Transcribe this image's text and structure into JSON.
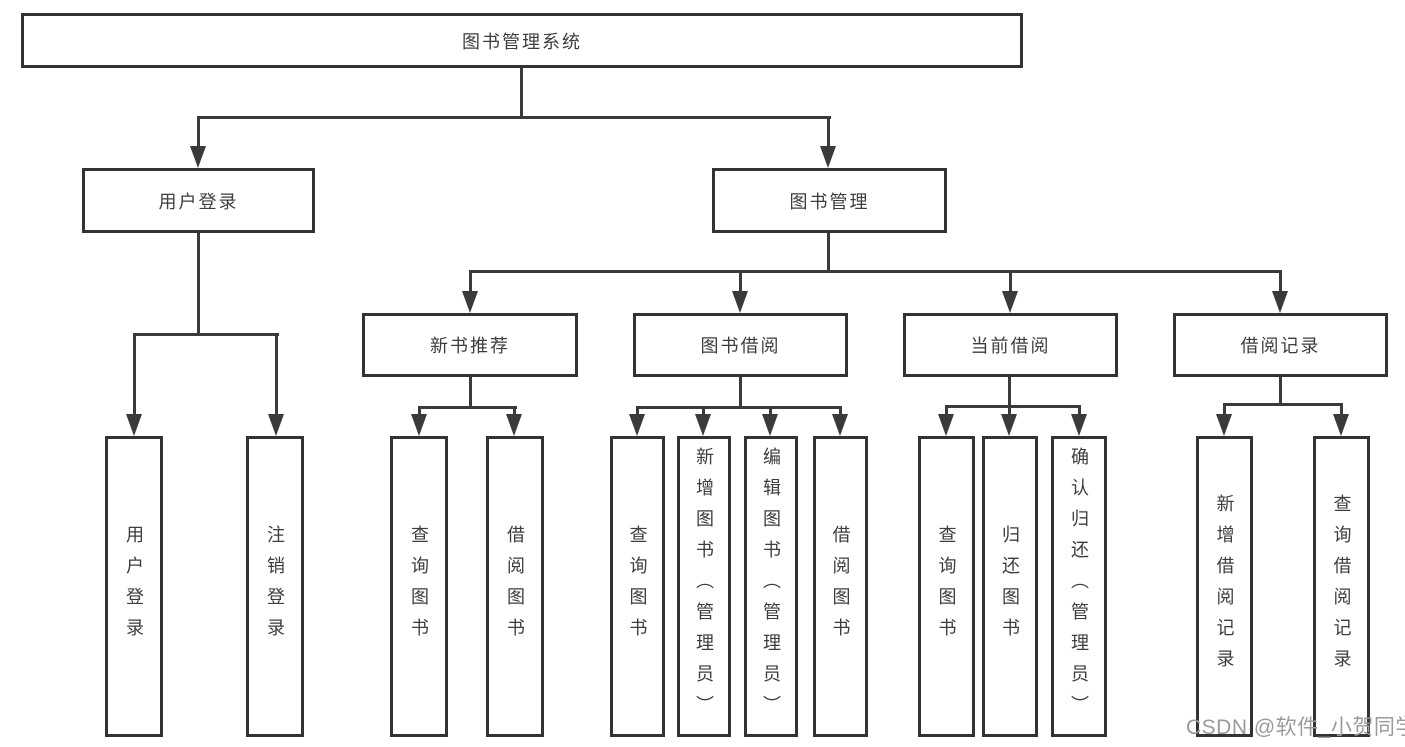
{
  "colors": {
    "line": "#3a3a3a",
    "text": "#3d3d3d",
    "border": "#333333",
    "background": "#ffffff",
    "watermark": "#9b9b9b"
  },
  "tree": {
    "root": {
      "label": "图书管理系统"
    },
    "level2": [
      {
        "label": "用户登录"
      },
      {
        "label": "图书管理"
      }
    ],
    "level3": [
      {
        "label": "新书推荐"
      },
      {
        "label": "图书借阅"
      },
      {
        "label": "当前借阅"
      },
      {
        "label": "借阅记录"
      }
    ],
    "leaves": {
      "user_login": [
        {
          "label": "用户登录"
        },
        {
          "label": "注销登录"
        }
      ],
      "new_book_recommend": [
        {
          "label": "查询图书"
        },
        {
          "label": "借阅图书"
        }
      ],
      "book_borrow": [
        {
          "label": "查询图书"
        },
        {
          "label": "新增图书（管理员）"
        },
        {
          "label": "编辑图书（管理员）"
        },
        {
          "label": "借阅图书"
        }
      ],
      "current_borrow": [
        {
          "label": "查询图书"
        },
        {
          "label": "归还图书"
        },
        {
          "label": "确认归还（管理员）"
        }
      ],
      "borrow_records": [
        {
          "label": "新增借阅记录"
        },
        {
          "label": "查询借阅记录"
        }
      ]
    }
  },
  "watermark": {
    "text": "CSDN @软件_小贺同学"
  }
}
